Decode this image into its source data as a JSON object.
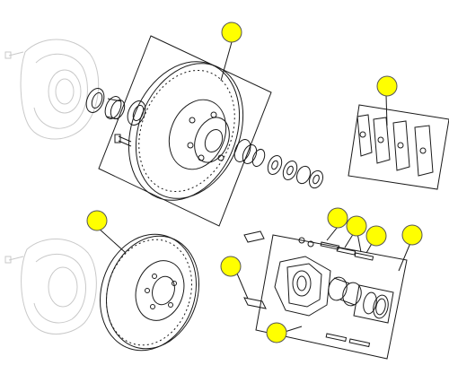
{
  "diagram": {
    "kind": "exploded-parts-illustration",
    "marker_color": "#ffff00",
    "line_color": "#1a1a1a",
    "faint_color": "#c9c9c9",
    "parts": [
      "dust-shield-upper",
      "hub-rotor-assembly",
      "inner-bearing-seal",
      "inner-bearing",
      "wheel-stud",
      "outer-bearing",
      "washer",
      "nut",
      "nut-retainer",
      "cotter-pin",
      "brake-pads-set",
      "dust-shield-lower",
      "rotor",
      "caliper",
      "piston",
      "piston-seal",
      "slider-bolts",
      "anti-rattle-clips"
    ],
    "markers": [
      {
        "id": "marker-hub-rotor"
      },
      {
        "id": "marker-brake-pads"
      },
      {
        "id": "marker-rotor"
      },
      {
        "id": "marker-clips"
      },
      {
        "id": "marker-caliper-bolt-1"
      },
      {
        "id": "marker-caliper-bolt-2"
      },
      {
        "id": "marker-caliper-bolt-3"
      },
      {
        "id": "marker-seal-kit"
      },
      {
        "id": "marker-hardware"
      }
    ]
  }
}
